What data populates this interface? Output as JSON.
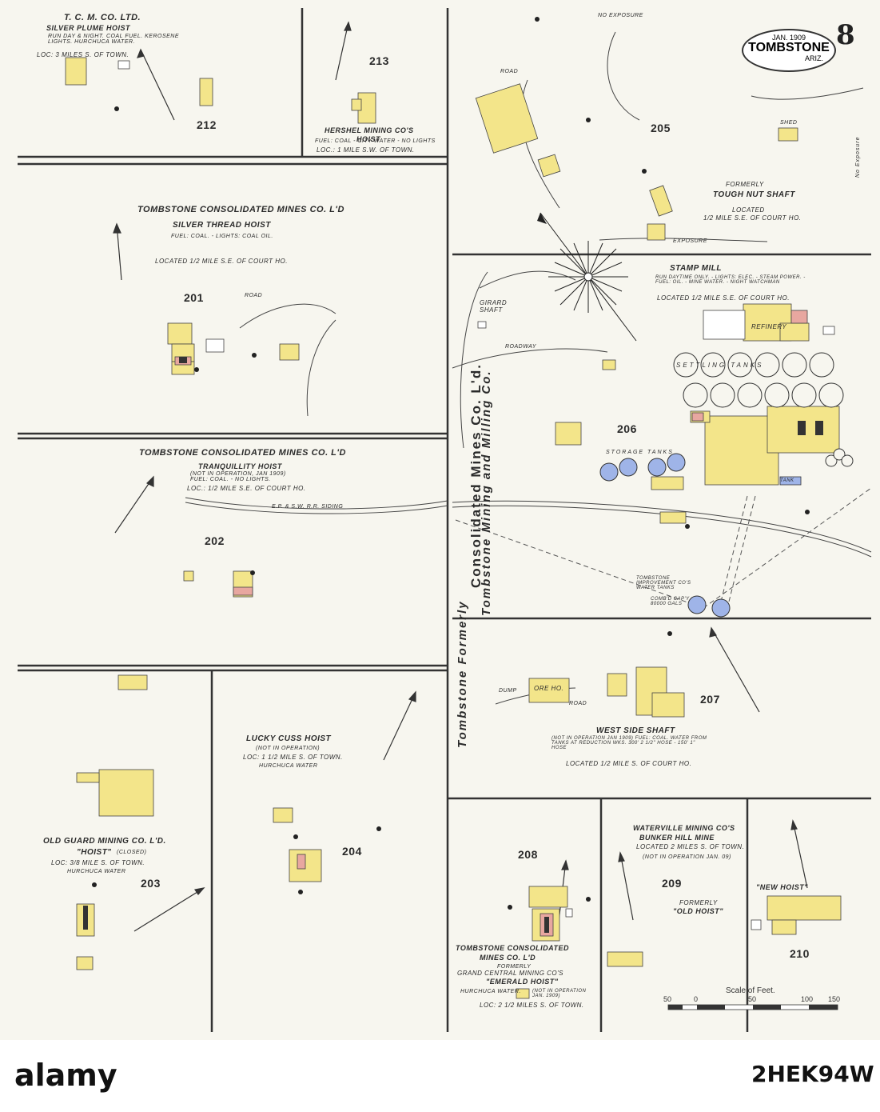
{
  "sheet": {
    "date": "JAN. 1909",
    "city": "TOMBSTONE",
    "state": "ARIZ.",
    "number": "8",
    "scale_title": "Scale of Feet.",
    "scale_ticks": [
      "50",
      "0",
      "50",
      "100",
      "150"
    ]
  },
  "panels": {
    "p212": {
      "title": "T. C. M. Co. Ltd.",
      "subtitle": "Silver Plume Hoist",
      "notes": "Run Day & Night. Coal Fuel. Kerosene Lights. Hurchuca Water.",
      "loc": "Loc: 3 Miles S. of Town.",
      "number": "212"
    },
    "p213": {
      "title": "Hershel Mining Co's",
      "subtitle": "Hoist",
      "notes": "Fuel: Coal - City Water - No Lights",
      "loc": "Loc.: 1 Mile S.W. of Town.",
      "number": "213"
    },
    "p201": {
      "title": "Tombstone Consolidated Mines Co. L'd",
      "subtitle": "Silver Thread Hoist",
      "notes": "Fuel: Coal. - Lights: Coal Oil.",
      "loc": "Located 1/2 Mile S.E. of Court Ho.",
      "number": "201",
      "road": "Road"
    },
    "p202": {
      "title": "Tombstone Consolidated Mines Co. L'd",
      "subtitle": "Tranquillity Hoist",
      "notes": "(Not in operation, Jan 1909) Fuel: Coal. - No Lights.",
      "loc": "Loc.: 1/2 Mile S.E. of Court Ho.",
      "number": "202",
      "siding": "E.P. & S.W. R.R. Siding"
    },
    "p205": {
      "number": "205",
      "formerly": "Formerly",
      "name": "Tough Nut Shaft",
      "loc_label": "Located",
      "loc": "1/2 Mile S.E. of Court Ho.",
      "road": "Road",
      "exposure_top": "No Exposure",
      "exposure_bottom": "Exposure",
      "exposure_right": "No Exposure",
      "shed": "Shed"
    },
    "p206": {
      "number": "206",
      "stamp_mill": "Stamp Mill",
      "notes": "Run Daytime Only. - Lights: Elec. - Steam Power. - Fuel: Oil. - Mine Water. - Night Watchman",
      "loc": "Located 1/2 Mile S.E. of Court Ho.",
      "refinery": "Refinery",
      "settling": "Settling Tanks",
      "storage": "Storage Tanks",
      "girard": "Girard Shaft",
      "roadway": "Roadway",
      "water_tanks": "Tombstone Improvement Co's Water Tanks",
      "water_cap": "Comb'd Cap'y 80000 Gals",
      "tank": "Tank"
    },
    "p207": {
      "number": "207",
      "name": "West Side Shaft",
      "notes": "(Not in operation Jan 1909) Fuel: Coal. Water from Tanks at Reduction Wks. 300' 2 1/2\" Hose - 150' 1\" Hose",
      "loc": "Located 1/2 Mile S. of Court Ho.",
      "ore": "Ore Ho.",
      "dump": "Dump",
      "road": "Road"
    },
    "p203": {
      "title": "Old Guard Mining Co. L'd.",
      "subtitle": "\"Hoist\"",
      "closed": "(Closed)",
      "loc": "Loc: 3/8 Mile S. of Town.",
      "water": "Hurchuca Water",
      "number": "203"
    },
    "p204": {
      "title": "Lucky Cuss Hoist",
      "notes": "(Not in operation)",
      "loc": "Loc: 1 1/2 Mile S. of Town.",
      "water": "Hurchuca Water",
      "number": "204"
    },
    "p208": {
      "number": "208",
      "title": "Tombstone Consolidated",
      "title2": "Mines Co. L'd",
      "formerly": "Formerly",
      "subtitle": "Grand Central Mining Co's",
      "name": "\"Emerald Hoist\"",
      "water": "Hurchuca Water.",
      "notes": "(Not in operation Jan. 1909)",
      "loc": "Loc: 2 1/2 Miles S. of Town."
    },
    "p209": {
      "number": "209",
      "formerly": "Formerly",
      "name": "\"Old Hoist\""
    },
    "p210": {
      "number": "210",
      "title": "Waterville Mining Co's",
      "subtitle": "Bunker Hill Mine",
      "loc": "Located 2 Miles S. of Town.",
      "notes": "(Not in operation Jan. 09)",
      "name": "\"New Hoist\""
    }
  },
  "vertical": {
    "company": "Consolidated Mines Co. L'd.",
    "company2": "Tombstone Mining and Milling Co.",
    "formerly": "Tombstone Formerly"
  },
  "footer": {
    "watermark": "alamy",
    "code": "2HEK94W"
  },
  "colors": {
    "building_yellow": "#f3e58a",
    "building_pink": "#e8a7a0",
    "tank_blue": "#9fb4e8",
    "line": "#333333",
    "paper": "#f7f6ef"
  }
}
